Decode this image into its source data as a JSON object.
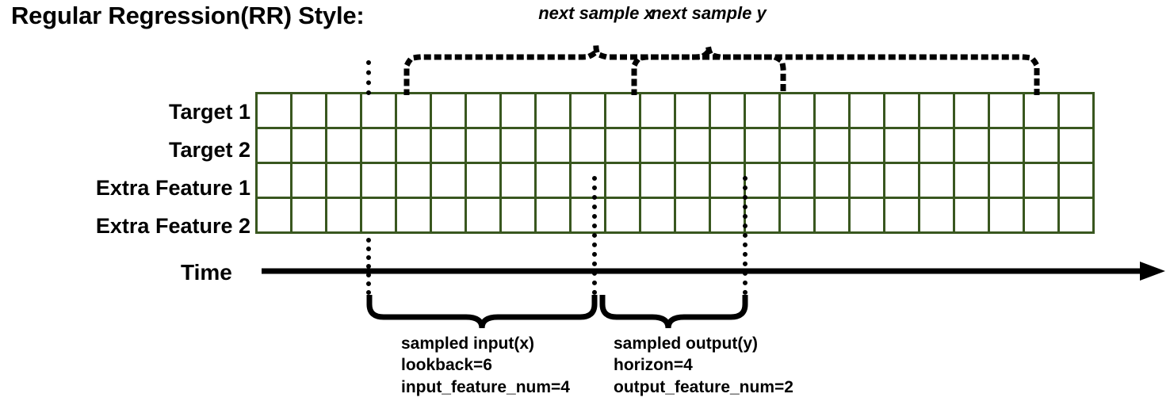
{
  "title": "Regular Regression(RR) Style:",
  "rows": [
    {
      "label": "Target 1",
      "key": "target1"
    },
    {
      "label": "Target 2",
      "key": "target2"
    },
    {
      "label": "Extra Feature 1",
      "key": "extra1"
    },
    {
      "label": "Extra Feature 2",
      "key": "extra2"
    }
  ],
  "grid": {
    "total_columns": 24,
    "lookback_start_column": 4,
    "lookback_columns": 6,
    "horizon_columns": 4,
    "cells": {
      "target1": [
        "white",
        "white",
        "white",
        "green",
        "green",
        "green",
        "green",
        "green",
        "green",
        "greenL",
        "greenL",
        "greenL",
        "greenL",
        "white",
        "white",
        "white",
        "white",
        "white",
        "white",
        "white",
        "white",
        "white",
        "white",
        "white"
      ],
      "target2": [
        "white",
        "white",
        "white",
        "yellow",
        "yellow",
        "yellow",
        "yellow",
        "yellow",
        "yellow",
        "yellowL",
        "yellowL",
        "yellowL",
        "yellowL",
        "white",
        "white",
        "white",
        "white",
        "white",
        "white",
        "white",
        "white",
        "white",
        "white",
        "white"
      ],
      "extra1": [
        "white",
        "white",
        "white",
        "blue",
        "blue",
        "blue",
        "blue",
        "blue",
        "blue",
        "white",
        "white",
        "white",
        "white",
        "white",
        "white",
        "white",
        "white",
        "white",
        "white",
        "white",
        "white",
        "white",
        "white",
        "white"
      ],
      "extra2": [
        "white",
        "white",
        "white",
        "orange",
        "orange",
        "orange",
        "orange",
        "orange",
        "orange",
        "white",
        "white",
        "white",
        "white",
        "white",
        "white",
        "white",
        "white",
        "white",
        "white",
        "white",
        "white",
        "white",
        "white",
        "white"
      ]
    }
  },
  "axis": {
    "label": "Time"
  },
  "top_braces": [
    {
      "name": "next-sample-x",
      "label": "next sample x"
    },
    {
      "name": "next-sample-y",
      "label": "next sample y"
    }
  ],
  "bottom_braces": [
    {
      "name": "sampled-input",
      "line1": "sampled input(x)",
      "line2": "lookback=6",
      "line3": "input_feature_num=4"
    },
    {
      "name": "sampled-output",
      "line1": "sampled output(y)",
      "line2": "horizon=4",
      "line3": "output_feature_num=2"
    }
  ],
  "colors": {
    "border": "#39571F",
    "green": "#6FA848",
    "green_light": "#C8E0B4",
    "yellow": "#FFC400",
    "yellow_light": "#FFE59E",
    "blue": "#2E78BC",
    "orange": "#C2560F",
    "ink": "#000000"
  }
}
